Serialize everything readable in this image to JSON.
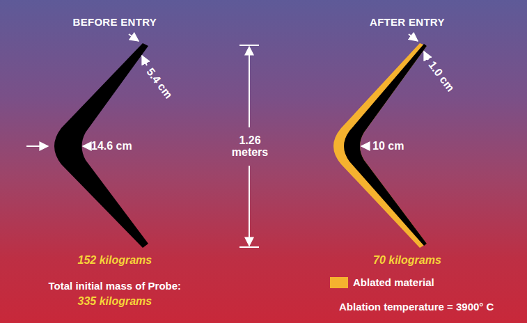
{
  "diagram": {
    "labels": [
      "BEFORE ENTRY",
      "5.4 cm",
      "14.6 cm",
      "1.26 meters",
      "AFTER ENTRY",
      "1.0 cm",
      "10 cm",
      "152 kilograms",
      "70 kilograms",
      "Total initial mass of Probe:",
      "335 kilograms",
      "Ablation temperature = 3900° C"
    ],
    "legend": [
      {
        "text": "Ablated material",
        "color": "#f5b22f"
      }
    ]
  }
}
